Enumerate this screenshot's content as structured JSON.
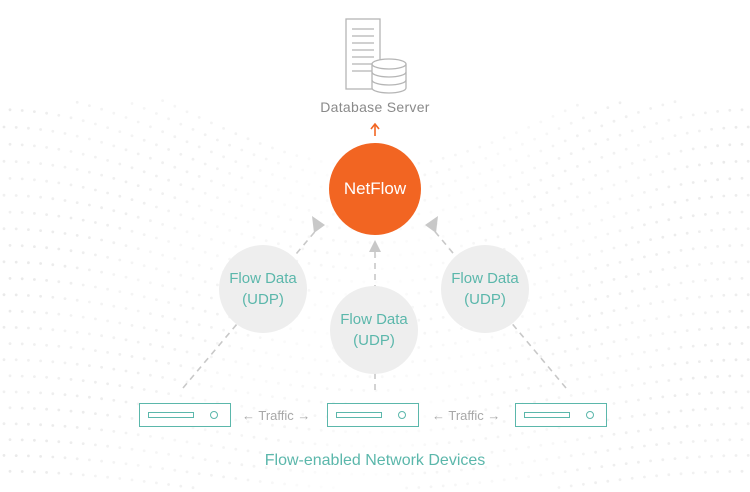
{
  "database": {
    "label": "Database Server",
    "icon": "database-server-icon"
  },
  "hub": {
    "label": "NetFlow",
    "color": "#f26522"
  },
  "flows": [
    {
      "line1": "Flow Data",
      "line2": "(UDP)"
    },
    {
      "line1": "Flow Data",
      "line2": "(UDP)"
    },
    {
      "line1": "Flow Data",
      "line2": "(UDP)"
    }
  ],
  "traffic": [
    {
      "label": "← Traffic →"
    },
    {
      "label": "← Traffic →"
    }
  ],
  "devices": {
    "caption": "Flow-enabled Network Devices",
    "color": "#5bb7ab",
    "icon": "network-device-icon"
  }
}
